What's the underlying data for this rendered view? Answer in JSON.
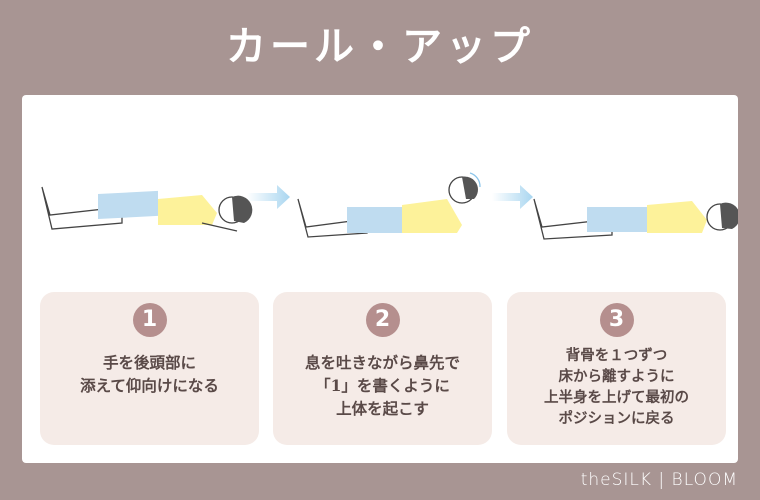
{
  "title": "カール・アップ",
  "steps": [
    {
      "number": "1",
      "text": "手を後頭部に\n添えて仰向けになる"
    },
    {
      "number": "2",
      "text": "息を吐きながら鼻先で\n「1」を書くように\n上体を起こす"
    },
    {
      "number": "3",
      "text": "背骨を１つずつ\n床から離すように\n上半身を上げて最初の\nポジションに戻る"
    }
  ],
  "colors": {
    "background": "#a89593",
    "card": "#f5ebe7",
    "badge": "#b58f8e",
    "shorts": "#bfdcf0",
    "shirt": "#fdf29a",
    "arrow": "#a9d6f0"
  },
  "brand": "theSILK | BLOOM"
}
